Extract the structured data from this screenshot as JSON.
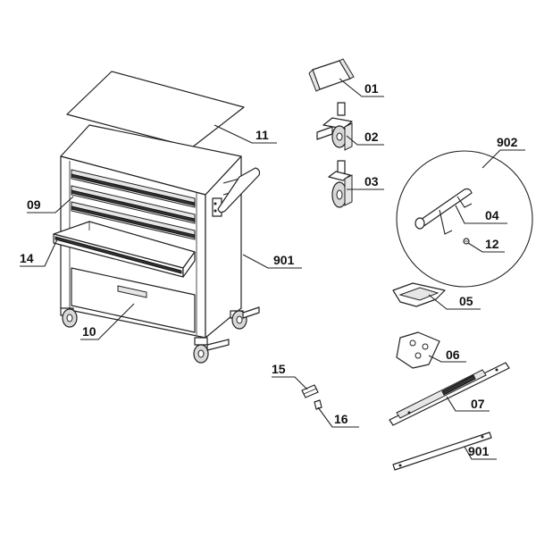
{
  "diagram": {
    "callouts": {
      "p01": "01",
      "p02": "02",
      "p03": "03",
      "p04": "04",
      "p05": "05",
      "p06": "06",
      "p07": "07",
      "p09": "09",
      "p10": "10",
      "p11": "11",
      "p12": "12",
      "p14": "14",
      "p15": "15",
      "p16": "16",
      "p901a": "901",
      "p901b": "901",
      "p902": "902"
    }
  }
}
